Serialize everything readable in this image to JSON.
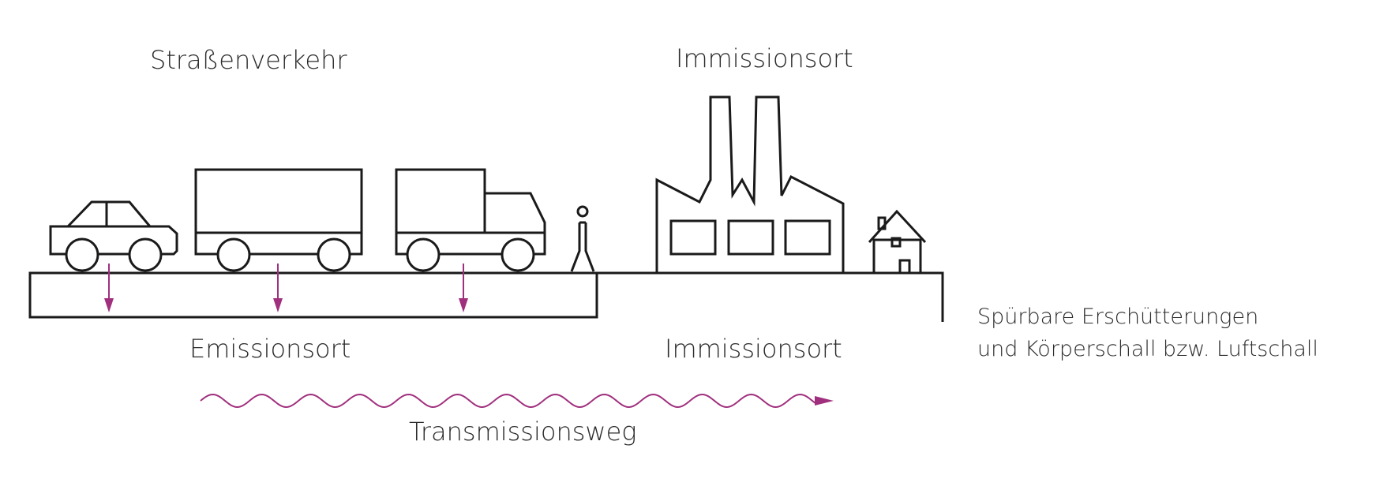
{
  "labels": {
    "strassenverkehr": "Straßenverkehr",
    "immissionsort_top": "Immissionsort",
    "emissionsort": "Emissionsort",
    "immissionsort_bottom": "Immissionsort",
    "transmissionsweg": "Transmissionsweg",
    "effects_line1": "Spürbare Erschütterungen",
    "effects_line2": "und Körperschall bzw. Luftschall"
  },
  "colors": {
    "line": "#1a1a1a",
    "accent": "#a0307e",
    "text": "#2b2b2b"
  },
  "icons": [
    "car-icon",
    "truck-trailer-icon",
    "truck-icon",
    "person-icon",
    "factory-icon",
    "house-icon"
  ]
}
